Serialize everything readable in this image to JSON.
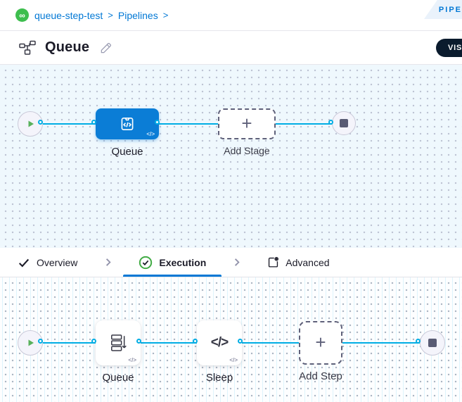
{
  "header": {
    "breadcrumb": {
      "logo_icon": "harness-ci-logo",
      "logo_glyph": "∞",
      "separator": ">",
      "items": [
        {
          "label": "queue-step-test"
        },
        {
          "label": "Pipelines"
        }
      ]
    },
    "ribbon": {
      "label": "PIPE"
    }
  },
  "toolbar": {
    "title": "Queue",
    "view_toggle": {
      "label": "VISU"
    }
  },
  "glyphs": {
    "plus": "+",
    "code": "</>"
  },
  "stage_canvas": {
    "stage": {
      "label": "Queue",
      "type": "build-stage"
    },
    "add_stage": {
      "label": "Add Stage"
    }
  },
  "tabs": {
    "items": [
      {
        "label": "Overview",
        "icon": "check-icon",
        "active": false
      },
      {
        "label": "Execution",
        "icon": "success-circle-icon",
        "active": true
      },
      {
        "label": "Advanced",
        "icon": "advanced-settings-icon",
        "active": false
      }
    ]
  },
  "execution_canvas": {
    "steps": [
      {
        "label": "Queue",
        "icon": "queue-step-icon"
      },
      {
        "label": "Sleep",
        "icon": "code-icon"
      },
      {
        "label": "Add Step",
        "icon": "plus-icon"
      }
    ]
  },
  "colors": {
    "accent_blue": "#0278D5",
    "link_cyan": "#00ADE4",
    "success_green": "#42AB45",
    "logo_green": "#3EBE4E",
    "stage_blue": "#0B7DD6",
    "toggle_bg": "#0A1B2D",
    "canvas1_bg": "#EFF8FD",
    "dark_text": "#1B1B28"
  }
}
